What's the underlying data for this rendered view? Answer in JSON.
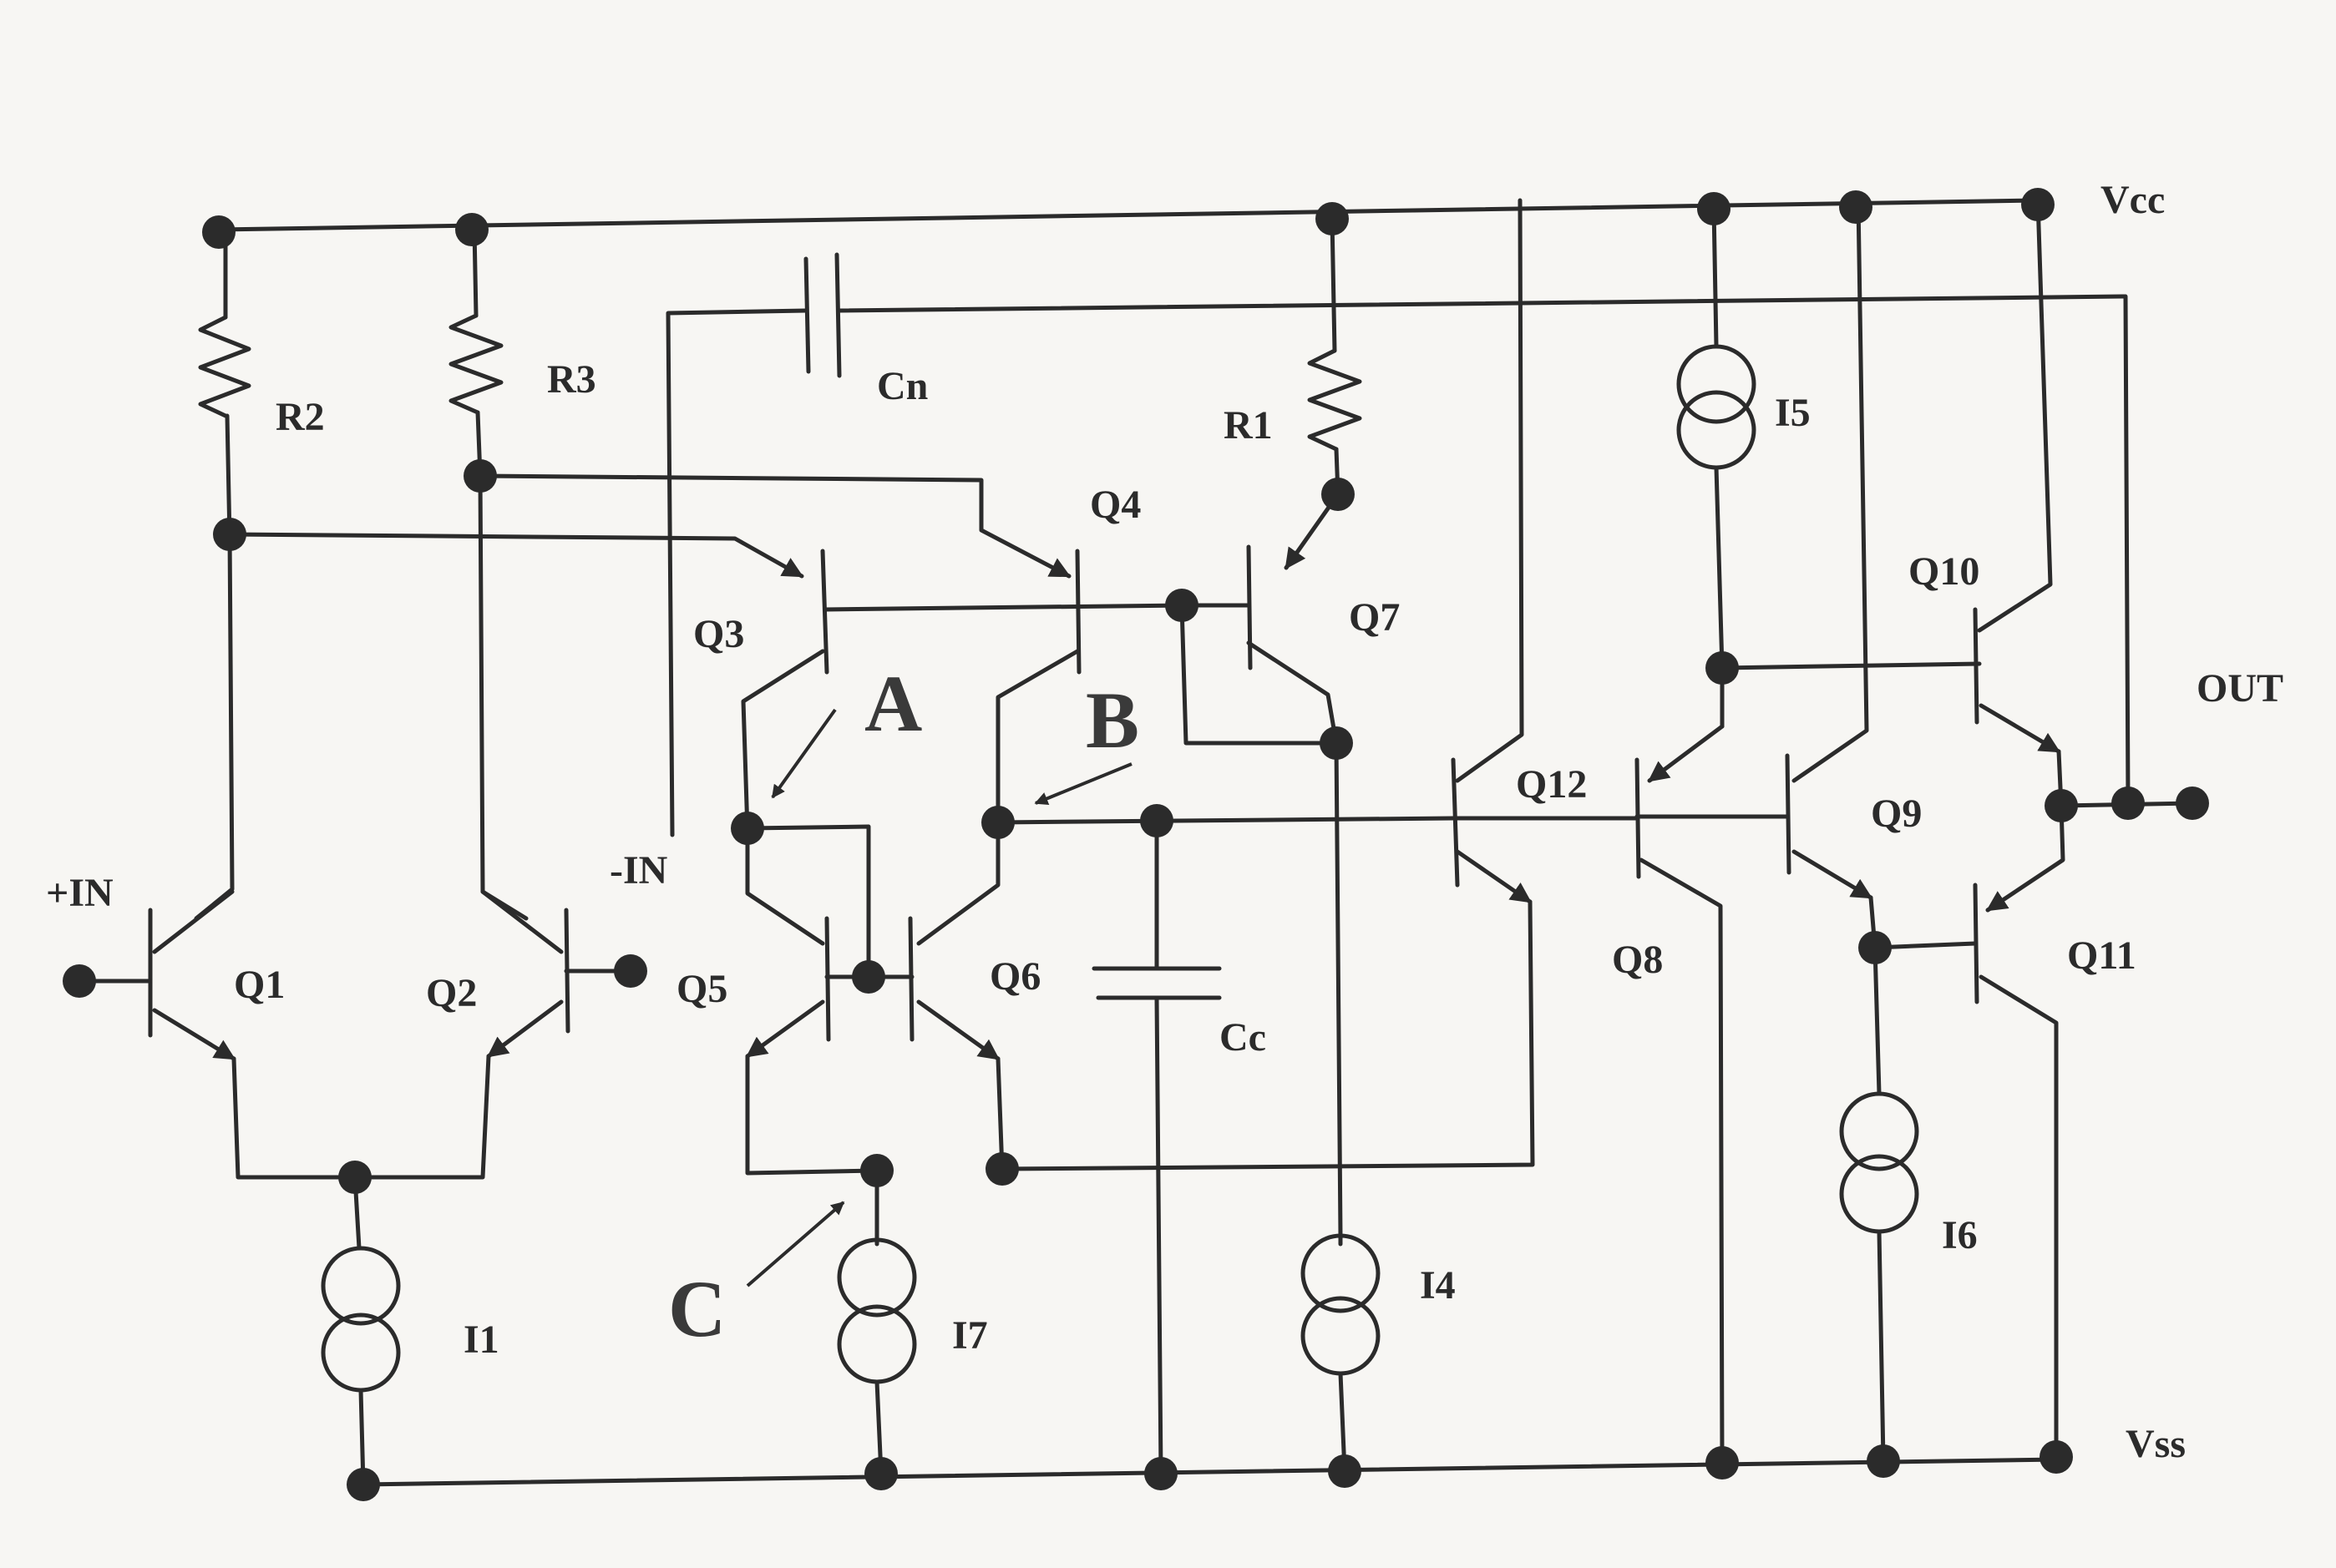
{
  "rails": {
    "vcc": "Vcc",
    "vss": "Vss"
  },
  "terminals": {
    "plus_in": "+IN",
    "minus_in": "-IN",
    "out": "OUT"
  },
  "transistors": [
    "Q1",
    "Q2",
    "Q3",
    "Q4",
    "Q5",
    "Q6",
    "Q7",
    "Q8",
    "Q9",
    "Q10",
    "Q11",
    "Q12"
  ],
  "resistors": [
    "R1",
    "R2",
    "R3"
  ],
  "capacitors": [
    "Cn",
    "Cc"
  ],
  "current_sources": [
    "I1",
    "I4",
    "I5",
    "I6",
    "I7"
  ],
  "node_markers": [
    "A",
    "B",
    "C"
  ]
}
